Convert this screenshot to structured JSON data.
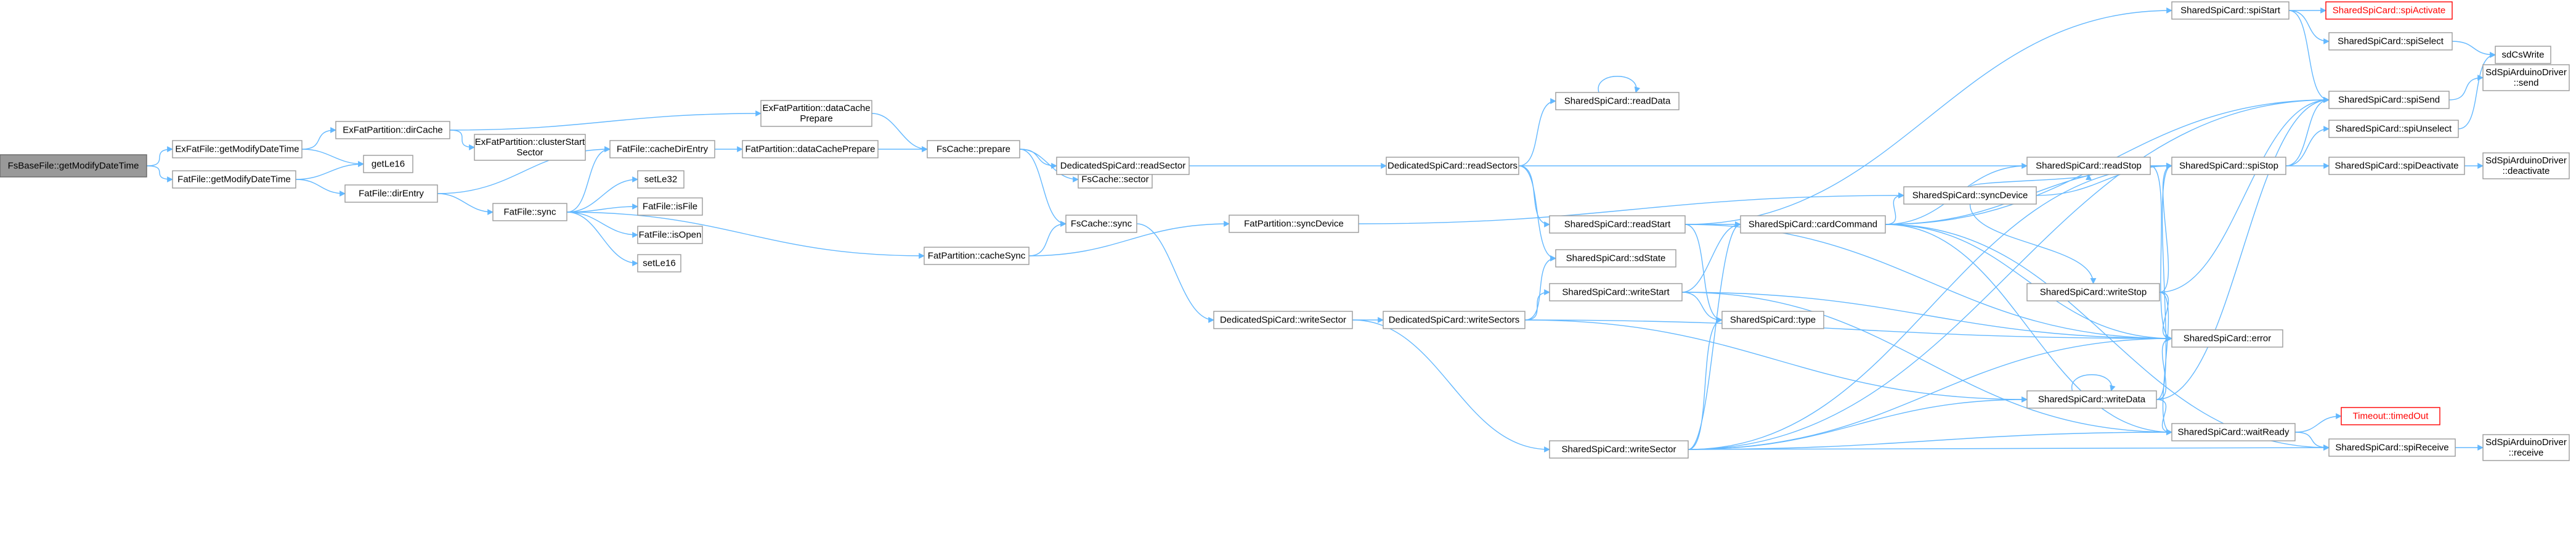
{
  "diagram": {
    "type": "call-graph",
    "colors": {
      "edge": "#63b8ff",
      "node_border": "#999999",
      "root_fill": "#999999",
      "truncated_border": "#ff0000",
      "text": "#000000"
    },
    "nodes": [
      {
        "id": "n0",
        "lines": [
          "FsBaseFile::getModifyDateTime"
        ],
        "style": "root"
      },
      {
        "id": "n1",
        "lines": [
          "ExFatFile::getModifyDateTime"
        ]
      },
      {
        "id": "n2",
        "lines": [
          "FatFile::getModifyDateTime"
        ]
      },
      {
        "id": "n3",
        "lines": [
          "ExFatPartition::dirCache"
        ]
      },
      {
        "id": "n4",
        "lines": [
          "getLe16"
        ]
      },
      {
        "id": "n5",
        "lines": [
          "FatFile::dirEntry"
        ]
      },
      {
        "id": "n6",
        "lines": [
          "ExFatPartition::clusterStart",
          "Sector"
        ]
      },
      {
        "id": "n7",
        "lines": [
          "ExFatPartition::dataCache",
          "Prepare"
        ]
      },
      {
        "id": "n8",
        "lines": [
          "FatFile::cacheDirEntry"
        ]
      },
      {
        "id": "n9",
        "lines": [
          "FatFile::sync"
        ]
      },
      {
        "id": "n10",
        "lines": [
          "setLe32"
        ]
      },
      {
        "id": "n11",
        "lines": [
          "FatFile::isFile"
        ]
      },
      {
        "id": "n12",
        "lines": [
          "FatFile::isOpen"
        ]
      },
      {
        "id": "n13",
        "lines": [
          "setLe16"
        ]
      },
      {
        "id": "n14",
        "lines": [
          "FatPartition::dataCachePrepare"
        ]
      },
      {
        "id": "n15",
        "lines": [
          "FatPartition::cacheSync"
        ]
      },
      {
        "id": "n16",
        "lines": [
          "FsCache::prepare"
        ]
      },
      {
        "id": "n17",
        "lines": [
          "FsCache::sector"
        ]
      },
      {
        "id": "n18",
        "lines": [
          "DedicatedSpiCard::readSector"
        ]
      },
      {
        "id": "n19",
        "lines": [
          "FsCache::sync"
        ]
      },
      {
        "id": "n20",
        "lines": [
          "FatPartition::syncDevice"
        ]
      },
      {
        "id": "n21",
        "lines": [
          "DedicatedSpiCard::writeSector"
        ]
      },
      {
        "id": "n22",
        "lines": [
          "DedicatedSpiCard::readSectors"
        ]
      },
      {
        "id": "n23",
        "lines": [
          "DedicatedSpiCard::writeSectors"
        ]
      },
      {
        "id": "n24",
        "lines": [
          "SharedSpiCard::readData"
        ]
      },
      {
        "id": "n25",
        "lines": [
          "SharedSpiCard::readStart"
        ]
      },
      {
        "id": "n26",
        "lines": [
          "SharedSpiCard::sdState"
        ]
      },
      {
        "id": "n27",
        "lines": [
          "SharedSpiCard::writeStart"
        ]
      },
      {
        "id": "n28",
        "lines": [
          "SharedSpiCard::writeSector"
        ]
      },
      {
        "id": "n29",
        "lines": [
          "SharedSpiCard::cardCommand"
        ]
      },
      {
        "id": "n30",
        "lines": [
          "SharedSpiCard::type"
        ]
      },
      {
        "id": "n31",
        "lines": [
          "SharedSpiCard::syncDevice"
        ]
      },
      {
        "id": "n32",
        "lines": [
          "SharedSpiCard::readStop"
        ]
      },
      {
        "id": "n33",
        "lines": [
          "SharedSpiCard::writeStop"
        ]
      },
      {
        "id": "n34",
        "lines": [
          "SharedSpiCard::writeData"
        ]
      },
      {
        "id": "n35",
        "lines": [
          "SharedSpiCard::spiStart"
        ]
      },
      {
        "id": "n36",
        "lines": [
          "SharedSpiCard::spiStop"
        ]
      },
      {
        "id": "n37",
        "lines": [
          "SharedSpiCard::error"
        ]
      },
      {
        "id": "n38",
        "lines": [
          "SharedSpiCard::waitReady"
        ]
      },
      {
        "id": "n39",
        "lines": [
          "SharedSpiCard::spiActivate"
        ],
        "style": "truncated"
      },
      {
        "id": "n40",
        "lines": [
          "SharedSpiCard::spiSelect"
        ]
      },
      {
        "id": "n41",
        "lines": [
          "SharedSpiCard::spiSend"
        ]
      },
      {
        "id": "n42",
        "lines": [
          "SharedSpiCard::spiUnselect"
        ]
      },
      {
        "id": "n43",
        "lines": [
          "SharedSpiCard::spiDeactivate"
        ]
      },
      {
        "id": "n44",
        "lines": [
          "Timeout::timedOut"
        ],
        "style": "truncated"
      },
      {
        "id": "n45",
        "lines": [
          "SharedSpiCard::spiReceive"
        ]
      },
      {
        "id": "n46",
        "lines": [
          "sdCsWrite"
        ]
      },
      {
        "id": "n47",
        "lines": [
          "SdSpiArduinoDriver",
          "::send"
        ]
      },
      {
        "id": "n48",
        "lines": [
          "SdSpiArduinoDriver",
          "::deactivate"
        ]
      },
      {
        "id": "n49",
        "lines": [
          "SdSpiArduinoDriver",
          "::receive"
        ]
      }
    ],
    "edges": [
      [
        "n0",
        "n1"
      ],
      [
        "n0",
        "n2"
      ],
      [
        "n1",
        "n3"
      ],
      [
        "n1",
        "n4"
      ],
      [
        "n2",
        "n4"
      ],
      [
        "n2",
        "n5"
      ],
      [
        "n3",
        "n6"
      ],
      [
        "n3",
        "n7"
      ],
      [
        "n5",
        "n8"
      ],
      [
        "n5",
        "n9"
      ],
      [
        "n7",
        "n16"
      ],
      [
        "n8",
        "n14"
      ],
      [
        "n9",
        "n8"
      ],
      [
        "n9",
        "n10"
      ],
      [
        "n9",
        "n11"
      ],
      [
        "n9",
        "n12"
      ],
      [
        "n9",
        "n13"
      ],
      [
        "n9",
        "n15"
      ],
      [
        "n14",
        "n16"
      ],
      [
        "n15",
        "n19"
      ],
      [
        "n15",
        "n20"
      ],
      [
        "n16",
        "n17"
      ],
      [
        "n16",
        "n18"
      ],
      [
        "n16",
        "n19"
      ],
      [
        "n18",
        "n22"
      ],
      [
        "n19",
        "n21"
      ],
      [
        "n20",
        "n31"
      ],
      [
        "n21",
        "n23"
      ],
      [
        "n21",
        "n28"
      ],
      [
        "n22",
        "n24"
      ],
      [
        "n22",
        "n25"
      ],
      [
        "n22",
        "n26"
      ],
      [
        "n22",
        "n36"
      ],
      [
        "n23",
        "n26"
      ],
      [
        "n23",
        "n27"
      ],
      [
        "n23",
        "n34"
      ],
      [
        "n23",
        "n37"
      ],
      [
        "n24",
        "n24"
      ],
      [
        "n25",
        "n29"
      ],
      [
        "n25",
        "n30"
      ],
      [
        "n25",
        "n35"
      ],
      [
        "n25",
        "n37"
      ],
      [
        "n27",
        "n29"
      ],
      [
        "n27",
        "n30"
      ],
      [
        "n27",
        "n37"
      ],
      [
        "n27",
        "n38"
      ],
      [
        "n28",
        "n29"
      ],
      [
        "n28",
        "n30"
      ],
      [
        "n28",
        "n34"
      ],
      [
        "n28",
        "n36"
      ],
      [
        "n28",
        "n37"
      ],
      [
        "n28",
        "n38"
      ],
      [
        "n28",
        "n41"
      ],
      [
        "n28",
        "n45"
      ],
      [
        "n29",
        "n32"
      ],
      [
        "n29",
        "n36"
      ],
      [
        "n29",
        "n38"
      ],
      [
        "n29",
        "n41"
      ],
      [
        "n29",
        "n45"
      ],
      [
        "n29",
        "n37"
      ],
      [
        "n29",
        "n31"
      ],
      [
        "n31",
        "n32"
      ],
      [
        "n31",
        "n33"
      ],
      [
        "n31",
        "n36"
      ],
      [
        "n32",
        "n36"
      ],
      [
        "n32",
        "n37"
      ],
      [
        "n33",
        "n36"
      ],
      [
        "n33",
        "n37"
      ],
      [
        "n33",
        "n38"
      ],
      [
        "n33",
        "n41"
      ],
      [
        "n34",
        "n34"
      ],
      [
        "n34",
        "n36"
      ],
      [
        "n34",
        "n37"
      ],
      [
        "n34",
        "n38"
      ],
      [
        "n34",
        "n41"
      ],
      [
        "n35",
        "n39"
      ],
      [
        "n35",
        "n40"
      ],
      [
        "n35",
        "n41"
      ],
      [
        "n36",
        "n41"
      ],
      [
        "n36",
        "n42"
      ],
      [
        "n36",
        "n43"
      ],
      [
        "n38",
        "n44"
      ],
      [
        "n38",
        "n45"
      ],
      [
        "n40",
        "n46"
      ],
      [
        "n41",
        "n47"
      ],
      [
        "n42",
        "n46"
      ],
      [
        "n43",
        "n48"
      ],
      [
        "n45",
        "n49"
      ]
    ]
  }
}
